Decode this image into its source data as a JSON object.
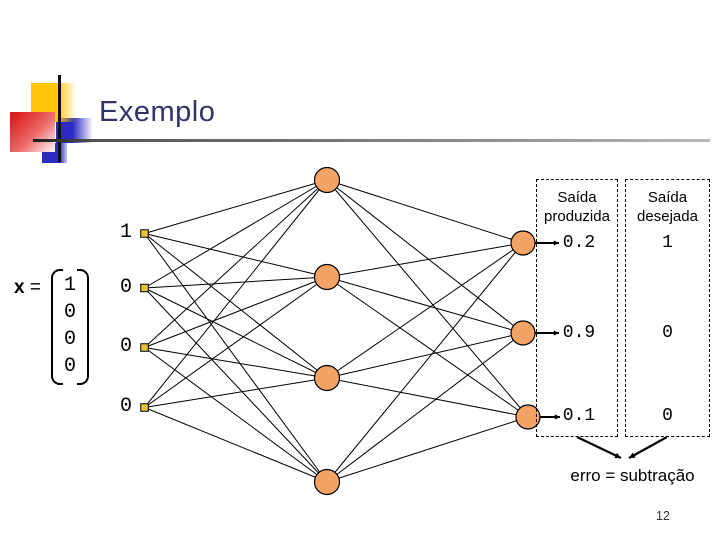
{
  "title": "Exemplo",
  "page_number": "12",
  "vector": {
    "symbol": "x",
    "equals": "=",
    "values": [
      "1",
      "0",
      "0",
      "0"
    ]
  },
  "network": {
    "input_labels": [
      "1",
      "0",
      "0",
      "0"
    ],
    "input_count": 4,
    "hidden_count": 4,
    "output_count": 3
  },
  "produced": {
    "header_line1": "Saída",
    "header_line2": "produzida",
    "values": [
      "0.2",
      "0.9",
      "0.1"
    ]
  },
  "desired": {
    "header_line1": "Saída",
    "header_line2": "desejada",
    "values": [
      "1",
      "0",
      "0"
    ]
  },
  "error_label": "erro = subtração",
  "colors": {
    "title": "#333366",
    "hidden_node_fill": "#F2A365",
    "input_node_fill": "#E6C33C",
    "edge": "#000000"
  }
}
